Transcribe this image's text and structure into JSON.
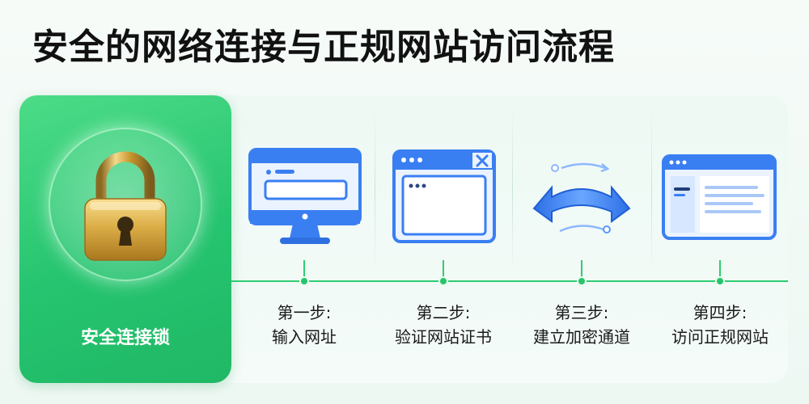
{
  "title": "安全的网络连接与正规网站访问流程",
  "lock_card": {
    "label": "安全连接锁",
    "icon": "padlock-icon"
  },
  "steps": [
    {
      "step": "第一步:",
      "label": "输入网址",
      "icon": "monitor-url-icon"
    },
    {
      "step": "第二步:",
      "label": "验证网站证书",
      "icon": "browser-window-icon"
    },
    {
      "step": "第三步:",
      "label": "建立加密通道",
      "icon": "exchange-arrows-icon"
    },
    {
      "step": "第四步:",
      "label": "访问正规网站",
      "icon": "website-page-icon"
    }
  ],
  "colors": {
    "accent_green": "#2ecc71",
    "icon_blue": "#3a7ff2",
    "lock_gold": "#d9a93a"
  }
}
